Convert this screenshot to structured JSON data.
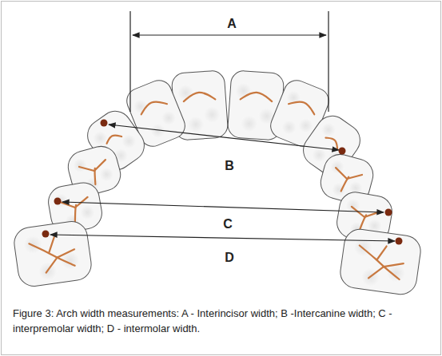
{
  "diagram": {
    "caption": "Figure 3: Arch width measurements: A - Interincisor width; B -Intercanine width; C - interpremolar width; D - intermolar width.",
    "labels": [
      "A",
      "B",
      "C",
      "D"
    ]
  }
}
